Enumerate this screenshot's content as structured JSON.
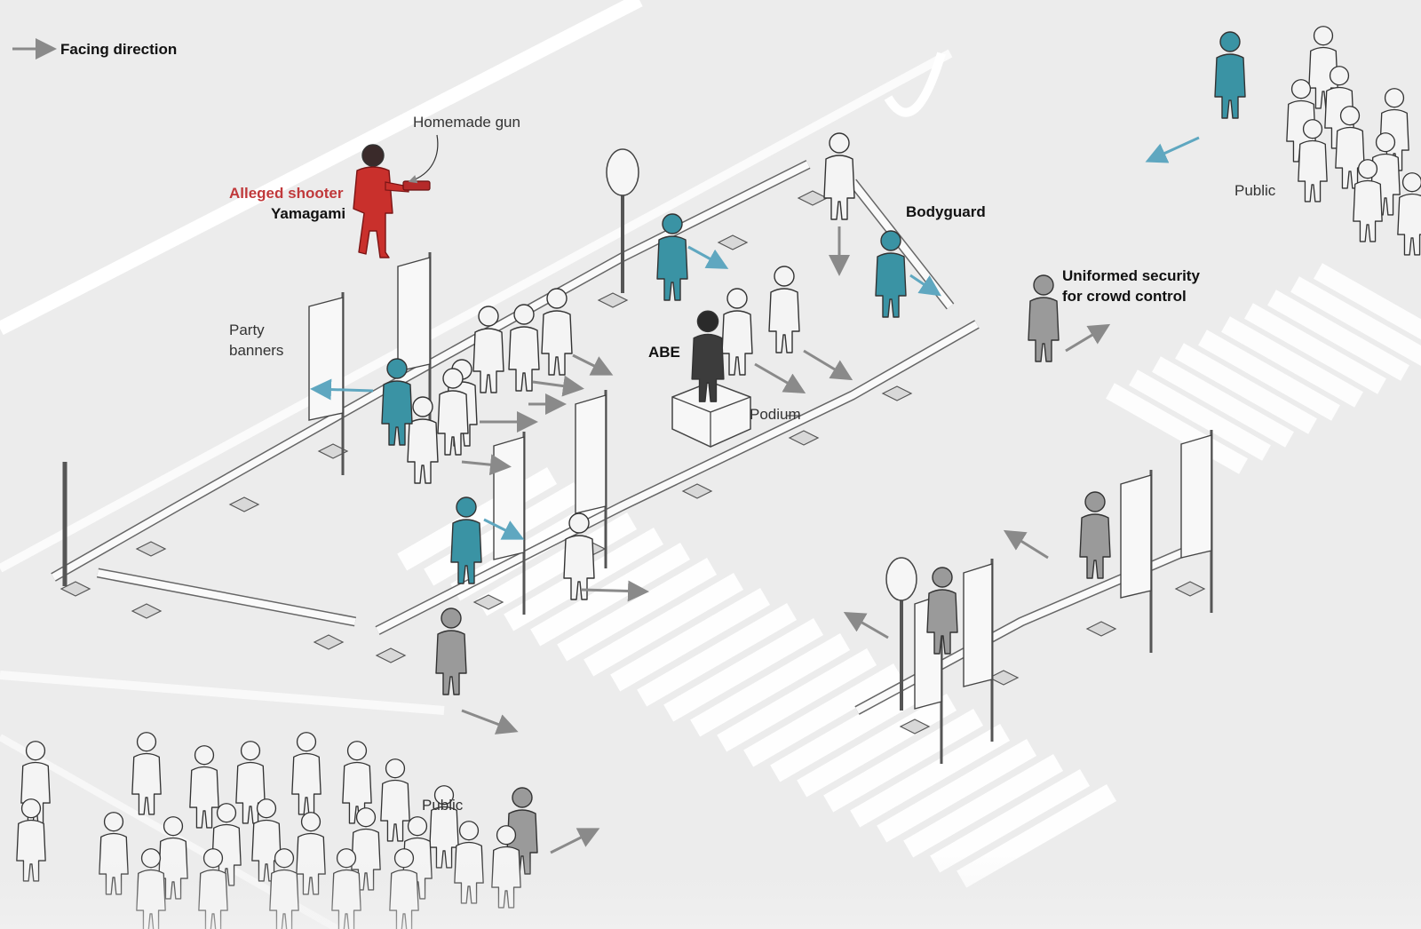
{
  "legend": {
    "facing_direction": "Facing direction"
  },
  "labels": {
    "homemade_gun": "Homemade gun",
    "alleged_shooter": "Alleged shooter",
    "shooter_name": "Yamagami",
    "bodyguard": "Bodyguard",
    "uniformed_security_line1": "Uniformed security",
    "uniformed_security_line2": "for crowd control",
    "public_right": "Public",
    "public_bottom": "Public",
    "party_banners_line1": "Party",
    "party_banners_line2": "banners",
    "abe": "ABE",
    "podium": "Podium"
  },
  "colors": {
    "background": "#ececec",
    "road_marking": "#ffffff",
    "civilian": "#f4f4f4",
    "bodyguard": "#3a93a4",
    "uniformed_security": "#9a9a9a",
    "shooter": "#c9302c",
    "abe_suit": "#3c3c3c",
    "arrow_grey": "#8a8a8a",
    "arrow_blue": "#5fa7c0"
  },
  "icons": {
    "facing_arrow": "facing-direction-arrow-icon",
    "figure": "person-figure-icon"
  }
}
